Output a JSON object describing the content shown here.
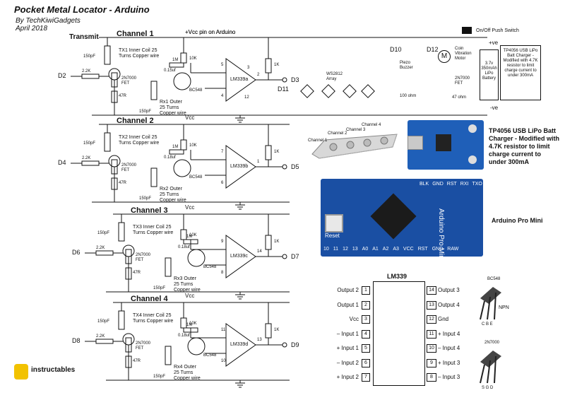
{
  "header": {
    "title": "Pocket Metal Locator - Arduino",
    "author": "By TechKiwiGadgets",
    "date": "April 2018",
    "transmit": "Transmit"
  },
  "power": {
    "vcc_main": "+Vcc pin on Arduino",
    "switch": "On/Off Push Switch",
    "plus_ve": "+ve",
    "minus_ve": "-ve",
    "battery": "3.7v 350mAh LiPo Battery",
    "charger": "TP4056 USB LiPo Batt Charger - Modified with 4.7K resistor to limit charge current to under 300mA"
  },
  "outputs": {
    "d10": "D10",
    "d12": "D12",
    "d11": "D11",
    "buzzer": "Piezo Buzzer",
    "r100": "100 ohm",
    "motor_letter": "M",
    "motor": "Coin Vibration Motor",
    "fet": "2N7000 FET",
    "r47": "47 ohm",
    "leds": "WS2812 Array"
  },
  "channels": [
    {
      "title": "Channel 1",
      "vcc": "+Vcc pin on Arduino",
      "tx": "TX1 Inner Coil 25 Turns Copper wire",
      "rx": "Rx1 Outer 25 Turns Copper wire",
      "opamp": "LM339a",
      "din": "D2",
      "dout": "D3",
      "cap_in": "150pF",
      "cap_c": "0.15uf",
      "cap_rx": "150pF",
      "r_in": "2.2K",
      "r_src": "47R",
      "r_b": "1M",
      "r_c": "10K",
      "r_pull": "1K",
      "fet": "2N7000 FET",
      "bjt": "BC548",
      "pin_p": "5",
      "pin_n": "4",
      "pin_o": "2",
      "pin_v": "3",
      "pin_g": "12"
    },
    {
      "title": "Channel 2",
      "vcc": "Vcc",
      "tx": "TX2 Inner Coil 25 Turns Copper wire",
      "rx": "Rx2 Outer 25 Turns Copper wire",
      "opamp": "LM339b",
      "din": "D4",
      "dout": "D5",
      "cap_in": "150pF",
      "cap_c": "0.18uf",
      "cap_rx": "150pF",
      "r_in": "2.2K",
      "r_src": "47R",
      "r_b": "1M",
      "r_c": "10K",
      "r_pull": "1K",
      "fet": "2N7000 FET",
      "bjt": "BC548",
      "pin_p": "7",
      "pin_n": "6",
      "pin_o": "1",
      "pin_v": "",
      "pin_g": ""
    },
    {
      "title": "Channel 3",
      "vcc": "Vcc",
      "tx": "TX3 Inner Coil 25 Turns Copper wire",
      "rx": "Rx3 Outer 25 Turns Copper wire",
      "opamp": "LM339c",
      "din": "D6",
      "dout": "D7",
      "cap_in": "150pF",
      "cap_c": "0.18uf",
      "cap_rx": "150pF",
      "r_in": "2.2K",
      "r_src": "47R",
      "r_b": "1M",
      "r_c": "10K",
      "r_pull": "1K",
      "fet": "2N7000 FET",
      "bjt": "BC548",
      "pin_p": "9",
      "pin_n": "8",
      "pin_o": "14",
      "pin_v": "",
      "pin_g": ""
    },
    {
      "title": "Channel 4",
      "vcc": "Vcc",
      "tx": "TX4 Inner Coil 25 Turns Copper wire",
      "rx": "Rx4 Outer 25 Turns Copper wire",
      "opamp": "LM339d",
      "din": "D8",
      "dout": "D9",
      "cap_in": "150pF",
      "cap_c": "0.18uf",
      "cap_rx": "150pF",
      "r_in": "2.2K",
      "r_src": "47R",
      "r_b": "1M",
      "r_c": "10K",
      "r_pull": "1K",
      "fet": "2N7000 FET",
      "bjt": "BC548",
      "pin_p": "11",
      "pin_n": "10",
      "pin_o": "13",
      "pin_v": "",
      "pin_g": ""
    }
  ],
  "probe": {
    "ch1": "Channel 1",
    "ch2": "Channel 2",
    "ch3": "Channel 3",
    "ch4": "Channel 4"
  },
  "charger_caption": "TP4056 USB LiPo Batt Charger - Modified with 4.7K resistor to limit charge current to under 300mA",
  "arduino_caption": "Arduino Pro Mini",
  "arduino_pins_top": [
    "BLK",
    "GND",
    "RST",
    "RXI",
    "TXO"
  ],
  "arduino_pins_bottom": [
    "10",
    "11",
    "12",
    "13",
    "A0",
    "A1",
    "A2",
    "A3",
    "VCC",
    "RST",
    "GND",
    "RAW"
  ],
  "arduino_board_text": "Arduino Pro Mini",
  "arduino_reset": "Reset",
  "lm339": {
    "title": "LM339",
    "left_labels": [
      "Output 2",
      "Output 1",
      "Vcc",
      "– Input 1",
      "+ Input 1",
      "– Input 2",
      "+ Input 2"
    ],
    "left_pins": [
      "1",
      "2",
      "3",
      "4",
      "5",
      "6",
      "7"
    ],
    "right_labels": [
      "Output 3",
      "Output 4",
      "Gnd",
      "+ Input 4",
      "– Input 4",
      "+ Input 3",
      "– Input 3"
    ],
    "right_pins": [
      "14",
      "13",
      "12",
      "11",
      "10",
      "9",
      "8"
    ]
  },
  "transistors": {
    "bc548": "BC548",
    "npn": "NPN",
    "cbe": "C B E",
    "n2n7000": "2N7000",
    "sgd": "S G D"
  },
  "logo": "instructables",
  "colors": {
    "wire": "#111111",
    "board_blue": "#1a4fa3",
    "charger_blue": "#1f5fb8"
  }
}
